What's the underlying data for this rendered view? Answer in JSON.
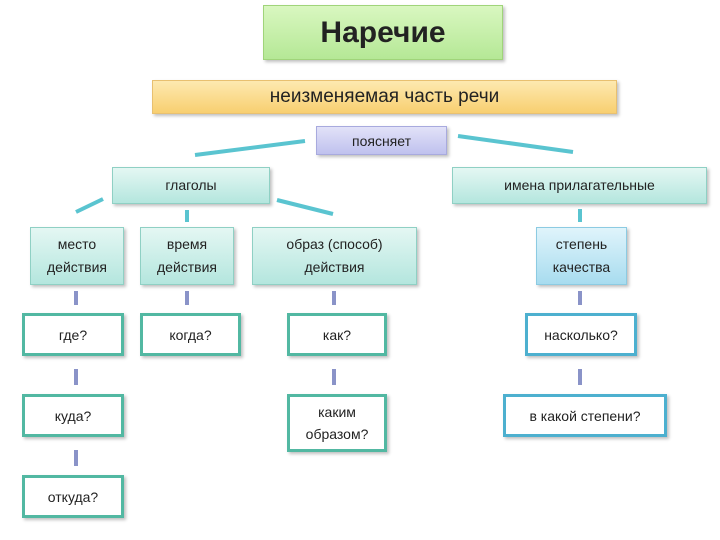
{
  "title": "Наречие",
  "subtitle": "неизменяемая часть речи",
  "explains": "поясняет",
  "verbs": {
    "label": "глаголы",
    "categories": [
      {
        "label": "место действия",
        "questions": [
          "где?",
          "куда?",
          "откуда?"
        ]
      },
      {
        "label": "время действия",
        "questions": [
          "когда?"
        ]
      },
      {
        "label": "образ (способ) действия",
        "questions": [
          "как?",
          "каким образом?"
        ]
      }
    ]
  },
  "adjectives": {
    "label": "имена прилагательные",
    "categories": [
      {
        "label": "степень качества",
        "questions": [
          "насколько?",
          "в какой степени?"
        ]
      }
    ]
  },
  "colors": {
    "title": "#c9f0a8",
    "subtitle": "#fbd98a",
    "explains": "#c8c9f0",
    "teal": "#b4e6de",
    "connector": "#5ac4d0"
  }
}
